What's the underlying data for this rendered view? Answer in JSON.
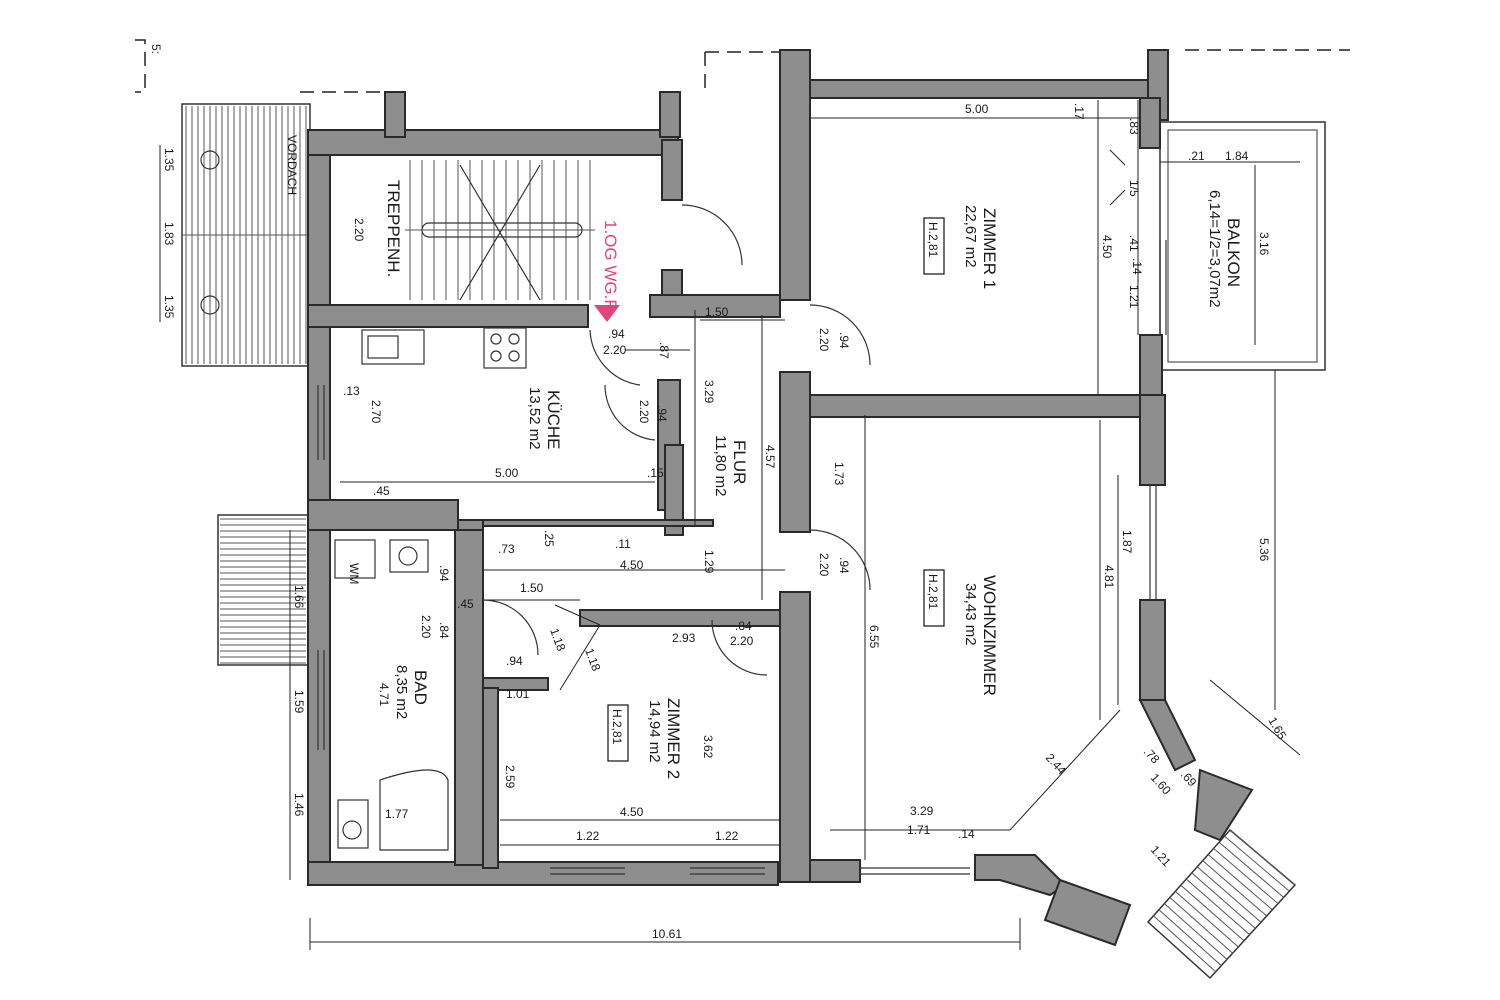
{
  "rooms": {
    "treppenhaus": {
      "name": "TREPPENH."
    },
    "kueche": {
      "name": "KÜCHE",
      "area": "13,52 m2"
    },
    "flur": {
      "name": "FLUR",
      "area": "11,80 m2"
    },
    "bad": {
      "name": "BAD",
      "area": "8,35 m2"
    },
    "zimmer1": {
      "name": "ZIMMER 1",
      "area": "22,67 m2",
      "height": "H.2,81"
    },
    "zimmer2": {
      "name": "ZIMMER 2",
      "area": "14,94 m2",
      "height": "H.2,81"
    },
    "wohnzimmer": {
      "name": "WOHNZIMMER",
      "area": "34,43 m2",
      "height": "H.2,81"
    },
    "balkon": {
      "name": "BALKON",
      "area": "6,14=1/2=3,07m2"
    }
  },
  "labels": {
    "vordach": "VORDACH",
    "entrance": "1.OG WG.R.",
    "wm": "WM",
    "corner_mark": "5:"
  },
  "colors": {
    "wall": "#8e8e8e",
    "entrance_marker": "#e0457b"
  },
  "dims": {
    "d1": "5.00",
    "d2": ".17",
    "d3": ".83",
    "d4": ".21",
    "d5": "1.84",
    "d6": "1/5",
    "d7": ".41",
    "d8": ".14",
    "d9": "1.21",
    "d10": "4.50",
    "d11": "3.16",
    "d12": "1.35",
    "d13": "1.83",
    "d14": "1.35",
    "d15": "2.20",
    "d16": "1.50",
    "d17": ".94",
    "d18": "2.20",
    "d19": ".87",
    "d20": ".94",
    "d21": "2.20",
    "d22": "2.20",
    "d23": ".94",
    "d24": "3.29",
    "d25": "4.57",
    "d26": ".13",
    "d27": "2.70",
    "d28": "5.00",
    "d29": ".15",
    "d30": ".45",
    "d31": ".25",
    "d32": ".73",
    "d33": ".11",
    "d34": "4.50",
    "d35": "1.29",
    "d36": ".94",
    "d37": "1.50",
    "d38": ".45",
    "d39": "2.20",
    "d40": ".84",
    "d41": "1.18",
    "d42": "1.18",
    "d43": "2.93",
    "d44": ".84",
    "d45": "2.20",
    "d46": ".94",
    "d47": "1.01",
    "d48": "1.66",
    "d49": "1.59",
    "d50": "1.46",
    "d51": "4.71",
    "d52": "1.77",
    "d53": "2.59",
    "d54": "3.62",
    "d55": "4.50",
    "d56": "1.22",
    "d57": "1.22",
    "d58": "1.73",
    "d59": "2.20",
    "d60": ".94",
    "d61": "6.55",
    "d62": "1.87",
    "d63": "4.81",
    "d64": "5.36",
    "d65": "1.65",
    "d66": "3.29",
    "d67": "1.71",
    "d68": ".14",
    "d69": "2.44",
    "d70": ".78",
    "d71": "1.60",
    "d72": ".69",
    "d73": "1.21",
    "d74": "10.61"
  }
}
